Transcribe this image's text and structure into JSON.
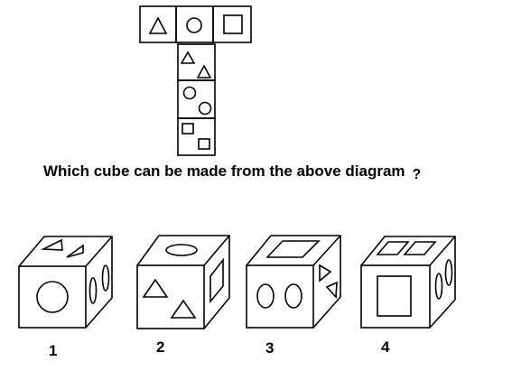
{
  "question": {
    "text": "Which cube can be made from the above diagram",
    "mark": "?"
  },
  "net": {
    "faces": [
      {
        "name": "net-face-triangle",
        "icon": "triangle-icon"
      },
      {
        "name": "net-face-circle",
        "icon": "circle-icon"
      },
      {
        "name": "net-face-square",
        "icon": "square-icon"
      },
      {
        "name": "net-face-two-triangles",
        "icon": "two-triangles-icon"
      },
      {
        "name": "net-face-two-circles",
        "icon": "two-circles-icon"
      },
      {
        "name": "net-face-two-squares",
        "icon": "two-squares-icon"
      }
    ]
  },
  "options": [
    {
      "label": "1",
      "front": "large-circle",
      "top": "two-small-triangles",
      "side": "two-ovals"
    },
    {
      "label": "2",
      "front": "two-triangles",
      "top": "oval",
      "side": "parallelogram"
    },
    {
      "label": "3",
      "front": "two-ovals",
      "top": "square",
      "side": "two-triangles"
    },
    {
      "label": "4",
      "front": "square",
      "top": "two-squares",
      "side": "two-ovals"
    }
  ]
}
